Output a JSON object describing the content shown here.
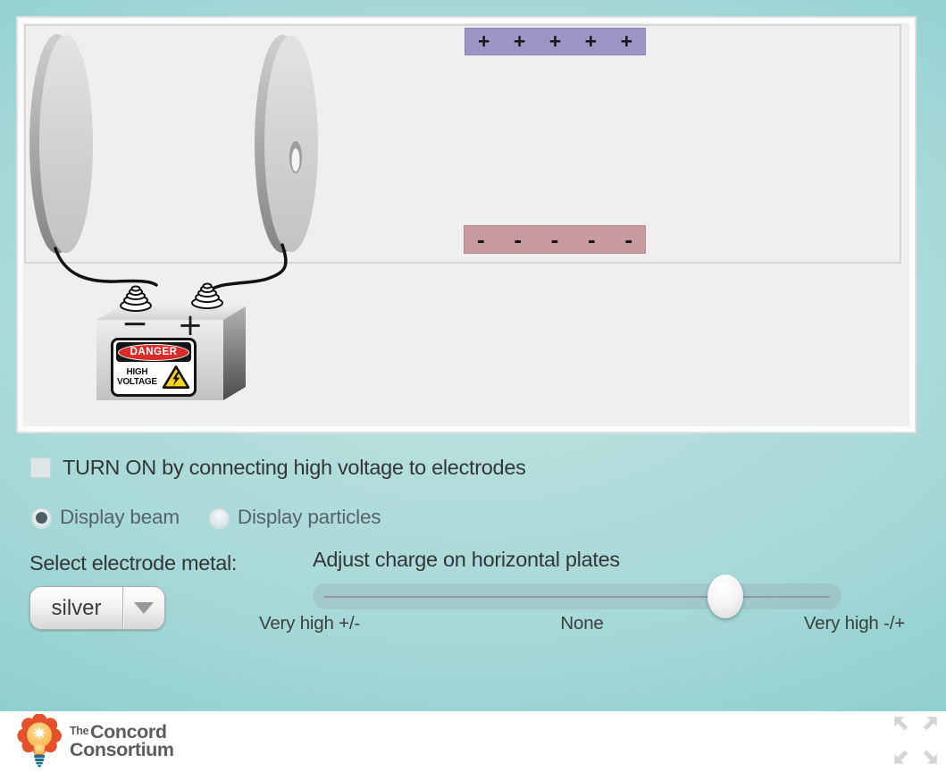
{
  "simulation": {
    "positive_plate": {
      "symbols": [
        "+",
        "+",
        "+",
        "+",
        "+"
      ],
      "color": "#9b96c3"
    },
    "negative_plate": {
      "symbols": [
        "-",
        "-",
        "-",
        "-",
        "-"
      ],
      "color": "#c79ba1"
    },
    "battery": {
      "negative_terminal_label": "−",
      "positive_terminal_label": "+",
      "danger_word": "DANGER",
      "warning_line1": "HIGH",
      "warning_line2": "VOLTAGE"
    }
  },
  "controls": {
    "turn_on_checkbox": {
      "label": "TURN ON by connecting high voltage to electrodes",
      "checked": false
    },
    "display_options": [
      {
        "label": "Display beam",
        "selected": true
      },
      {
        "label": "Display particles",
        "selected": false
      }
    ],
    "electrode_metal": {
      "label": "Select electrode metal:",
      "selected_value": "silver"
    },
    "charge_slider": {
      "title": "Adjust charge on horizontal plates",
      "left_label": "Very high +/-",
      "center_label": "None",
      "right_label": "Very high -/+",
      "position_percent": 78
    }
  },
  "footer": {
    "logo": {
      "prefix": "The",
      "line1": "Concord",
      "line2": "Consortium"
    }
  },
  "colors": {
    "background_teal": "#8fd0cf",
    "canvas_gray": "#efeff0",
    "positive_plate": "#9b96c3",
    "negative_plate": "#c79ba1",
    "danger_red": "#d92b27",
    "warning_yellow": "#f6d41c",
    "logo_orange": "#e4512b",
    "logo_bulb": "#f9b64e",
    "logo_teal": "#17718a"
  }
}
